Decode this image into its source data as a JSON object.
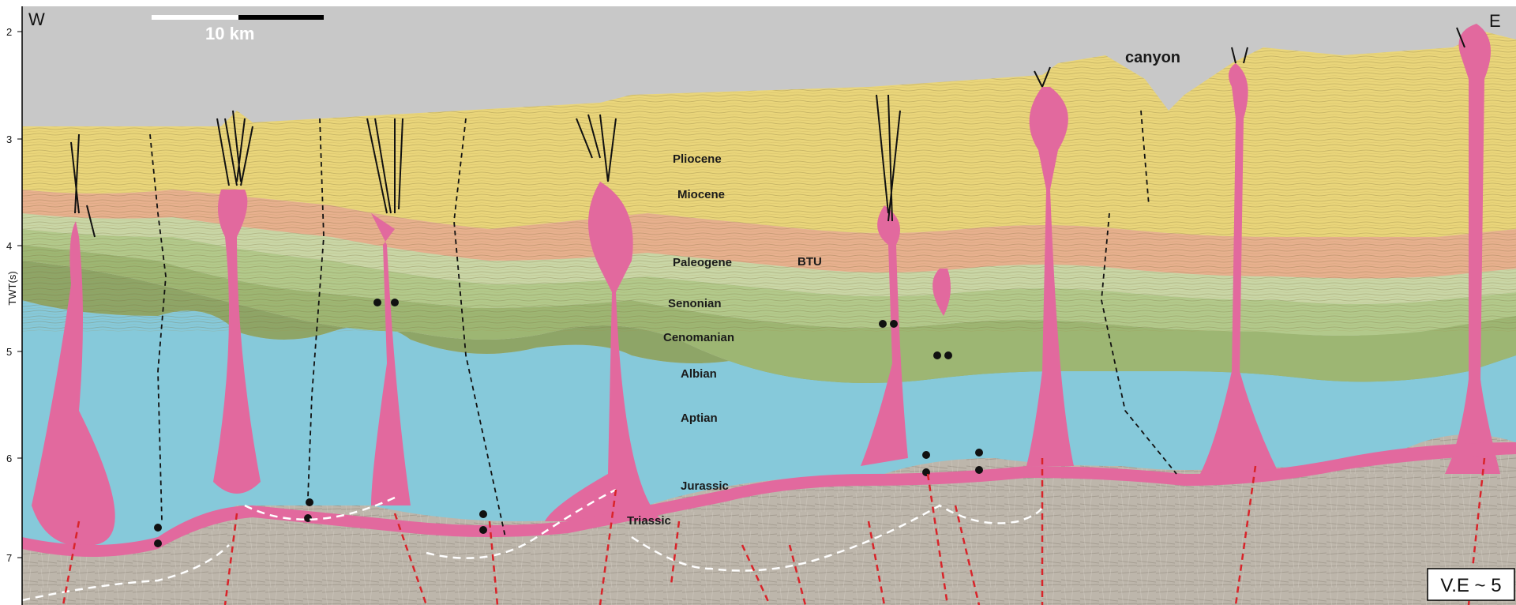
{
  "compass": {
    "west": "W",
    "east": "E"
  },
  "scale_bar": {
    "label": "10 km"
  },
  "y_axis": {
    "label": "TWT(s)",
    "ticks": [
      "2",
      "3",
      "4",
      "5",
      "6",
      "7"
    ]
  },
  "annotations": {
    "canyon": "canyon",
    "btu": "BTU"
  },
  "units": [
    "Pliocene",
    "Miocene",
    "Paleogene",
    "Senonian",
    "Cenomanian",
    "Albian",
    "Aptian",
    "Jurassic",
    "Triassic"
  ],
  "vertical_exaggeration": "V.E ~ 5",
  "colors": {
    "water": "#c8c8c8",
    "pliocene": "#e9d57a",
    "miocene": "#e6cf80",
    "paleogene": "#e7b08e",
    "senonian": "#c9d6a6",
    "cenomanian": "#b2c98b",
    "albian": "#9db673",
    "aptian": "#8ea567",
    "jurassic_blue": "#86c9da",
    "salt": "#e2699e",
    "basement": "#b9b2a7",
    "fault_red": "#d9242a"
  }
}
